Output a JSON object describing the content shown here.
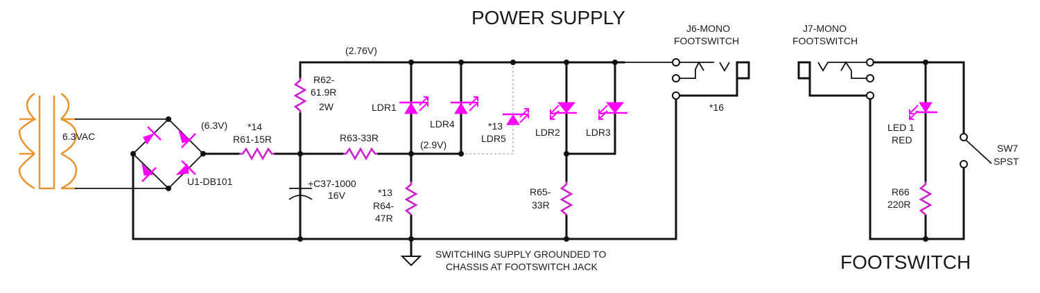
{
  "titles": {
    "power_supply": "POWER SUPPLY",
    "footswitch": "FOOTSWITCH"
  },
  "transformer": {
    "label": "6.3VAC"
  },
  "bridge": {
    "label": "U1-DB101",
    "voltage": "(6.3V)"
  },
  "r61": {
    "note": "*14",
    "label": "R61-15R"
  },
  "rail": {
    "voltage_top": "(2.76V)",
    "voltage_mid": "(2.9V)"
  },
  "r62": {
    "line1": "R62-",
    "line2": "61.9R",
    "line3": "2W"
  },
  "r63": {
    "label": "R63-33R"
  },
  "c37": {
    "line1": "+C37-1000",
    "line2": "16V"
  },
  "r64": {
    "note": "*13",
    "line1": "R64-",
    "line2": "47R"
  },
  "ldr1": {
    "label": "LDR1"
  },
  "ldr4": {
    "label": "LDR4"
  },
  "ldr5": {
    "note": "*13",
    "label": "LDR5"
  },
  "ldr2": {
    "label": "LDR2"
  },
  "ldr3": {
    "label": "LDR3"
  },
  "r65": {
    "line1": "R65-",
    "line2": "33R"
  },
  "ground_note": {
    "line1": "SWITCHING SUPPLY GROUNDED TO",
    "line2": "CHASSIS AT FOOTSWITCH JACK"
  },
  "j6": {
    "line1": "J6-MONO",
    "line2": "FOOTSWITCH",
    "note": "*16"
  },
  "j7": {
    "line1": "J7-MONO",
    "line2": "FOOTSWITCH"
  },
  "led1": {
    "line1": "LED 1",
    "line2": "RED"
  },
  "r66": {
    "line1": "R66",
    "line2": "220R"
  },
  "sw7": {
    "line1": "SW7",
    "line2": "SPST"
  },
  "colors": {
    "wire": "#111111",
    "component": "#ff00ff",
    "resistor": "#cc22cc",
    "transformer": "#e8962e",
    "dashed": "#c8c8c8"
  }
}
